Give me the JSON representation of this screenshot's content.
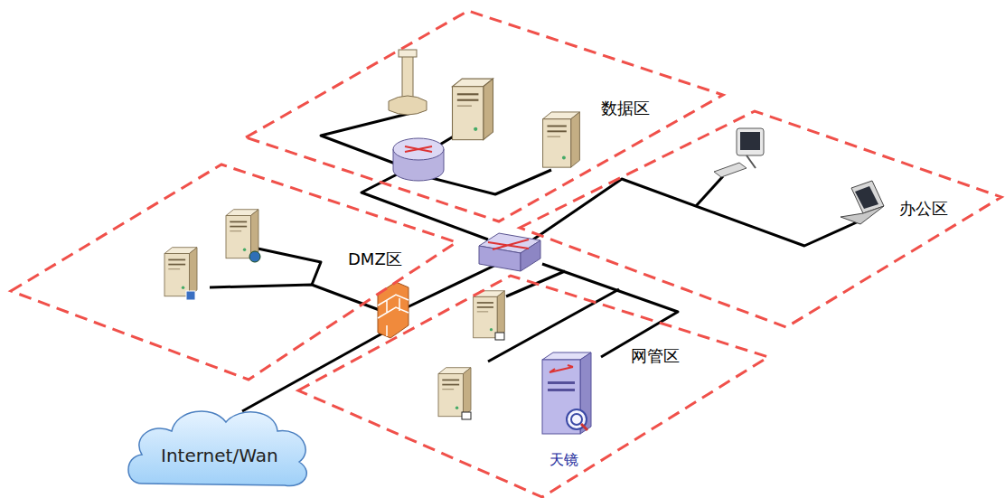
{
  "diagram": {
    "nodes": [
      {
        "text": [
          "数据区"
        ]
      },
      {
        "text": [
          "办公区"
        ]
      },
      {
        "text": [
          "DMZ区"
        ]
      },
      {
        "text": [
          "网管区"
        ]
      },
      {
        "text": [
          "天镜"
        ],
        "in": 3
      },
      {
        "text": [
          "Internet/Wan"
        ]
      }
    ]
  }
}
